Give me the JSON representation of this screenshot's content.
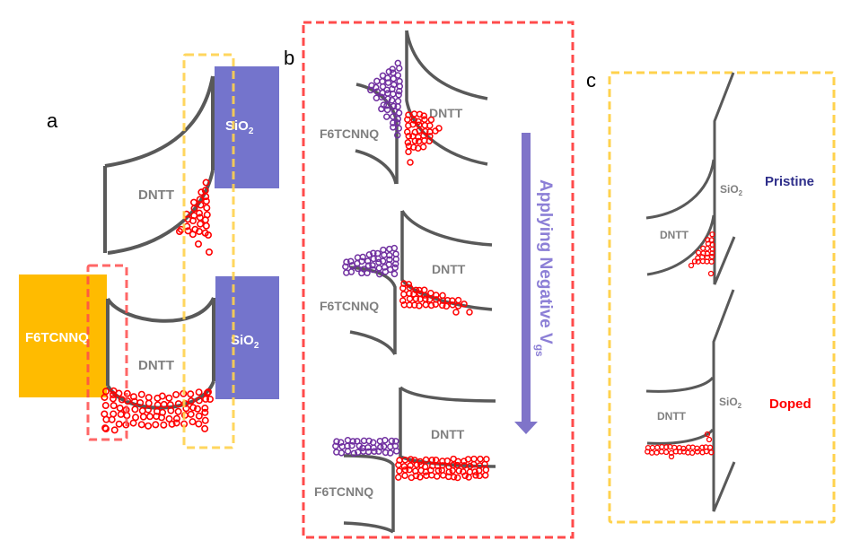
{
  "panels": {
    "a": {
      "letter": "a",
      "top": {
        "dielectric_label": "SiO",
        "dielectric_sub": "2",
        "semiconductor_label": "DNTT"
      },
      "bottom": {
        "dopant_label": "F6TCNNQ",
        "dielectric_label": "SiO",
        "dielectric_sub": "2",
        "semiconductor_label": "DNTT"
      }
    },
    "b": {
      "letter": "b",
      "diagrams": [
        {
          "dopant_label": "F6TCNNQ",
          "semiconductor_label": "DNTT"
        },
        {
          "dopant_label": "F6TCNNQ",
          "semiconductor_label": "DNTT"
        },
        {
          "dopant_label": "F6TCNNQ",
          "semiconductor_label": "DNTT"
        }
      ],
      "arrow_label": "Applying Negative V",
      "arrow_label_sub": "gs"
    },
    "c": {
      "letter": "c",
      "top": {
        "semiconductor_label": "DNTT",
        "dielectric_label": "SiO",
        "dielectric_sub": "2",
        "state_label": "Pristine"
      },
      "bottom": {
        "semiconductor_label": "DNTT",
        "dielectric_label": "SiO",
        "dielectric_sub": "2",
        "state_label": "Doped"
      }
    }
  },
  "colors": {
    "band_line": "#595959",
    "dielectric_fill": "#7474cc",
    "dopant_fill": "#ffbb00",
    "hole": "#ff0000",
    "electron_dopant": "#7030a0",
    "red_box": "#ff4b4b",
    "yellow_box": "#ffd24d",
    "arrow": "#7f74c9",
    "pristine": "#2e2e8a",
    "doped": "#ff0000",
    "label_grey": "#808080"
  }
}
